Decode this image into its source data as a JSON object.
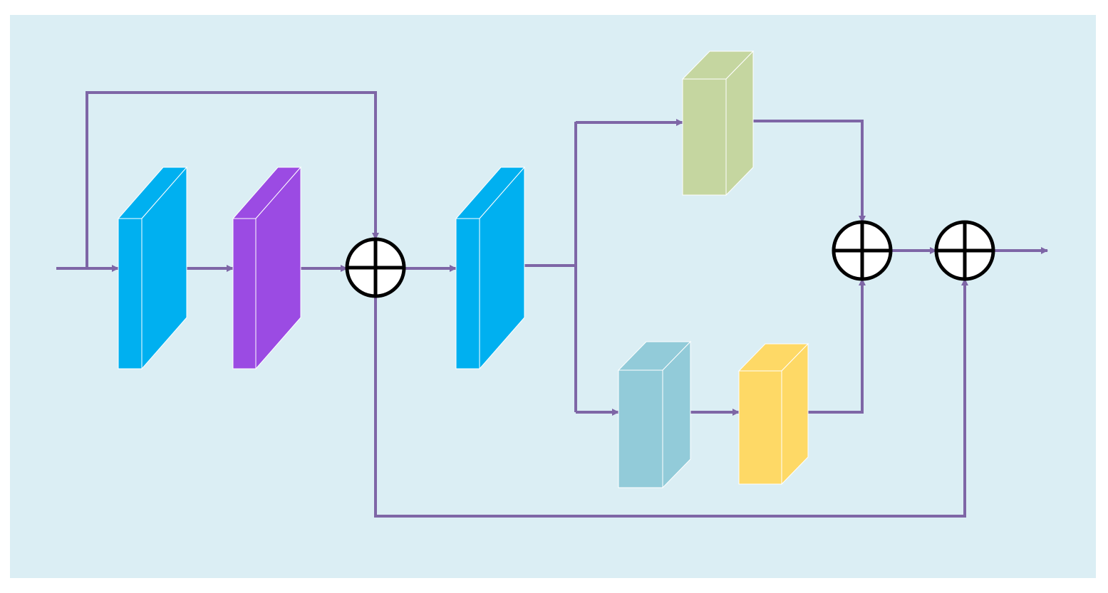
{
  "colors": {
    "page_bg": "#ffffff",
    "panel_bg": "#dbeef4",
    "connector": "#7e66a6",
    "adder_stroke": "#000000",
    "adder_fill": "#ffffff"
  },
  "blocks": [
    {
      "id": "block-1",
      "name": "conv-block-blue-1",
      "front": "#00b0f0",
      "side": "#00b0f0",
      "top": "#00b0f0"
    },
    {
      "id": "block-2",
      "name": "conv-block-purple",
      "front": "#9b4be3",
      "side": "#9b4be3",
      "top": "#9b4be3"
    },
    {
      "id": "block-3",
      "name": "conv-block-blue-2",
      "front": "#00b0f0",
      "side": "#00b0f0",
      "top": "#00b0f0"
    },
    {
      "id": "block-4",
      "name": "conv-block-green",
      "front": "#c5d6a0",
      "side": "#c5d6a0",
      "top": "#c5d6a0"
    },
    {
      "id": "block-5",
      "name": "conv-block-lightblue",
      "front": "#92cbd9",
      "side": "#92cbd9",
      "top": "#92cbd9"
    },
    {
      "id": "block-6",
      "name": "conv-block-yellow",
      "front": "#fed966",
      "side": "#fed966",
      "top": "#fed966"
    }
  ],
  "adders": [
    {
      "id": "adder-1",
      "name": "sum-node-1"
    },
    {
      "id": "adder-2",
      "name": "sum-node-2"
    },
    {
      "id": "adder-3",
      "name": "sum-node-3"
    }
  ]
}
